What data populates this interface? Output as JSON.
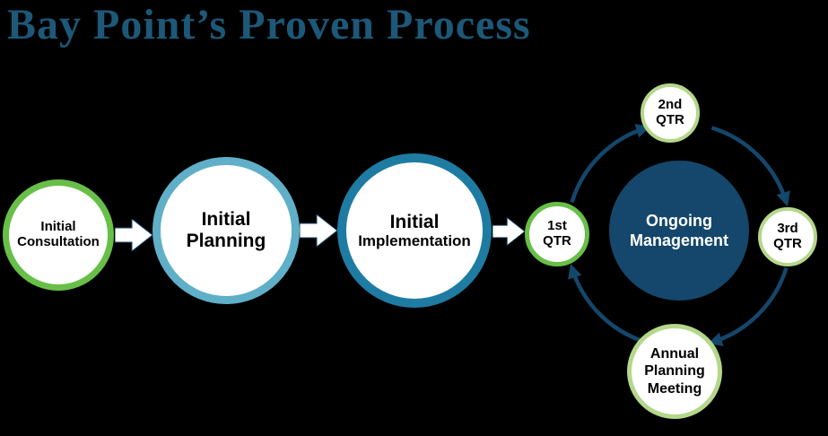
{
  "title": "Bay Point’s Proven Process",
  "colors": {
    "background": "#000000",
    "title": "#1d5878",
    "green": "#68bf48",
    "light_green": "#b4d78a",
    "light_blue": "#60afc8",
    "teal": "#1e7ca3",
    "navy": "#14476b",
    "arrow_fill": "#ffffff",
    "text_black": "#000000",
    "text_white": "#ffffff"
  },
  "steps": [
    {
      "name": "initial-consultation",
      "lines": [
        "Initial",
        "Consultation"
      ]
    },
    {
      "name": "initial-planning",
      "lines": [
        "Initial",
        "Planning"
      ]
    },
    {
      "name": "initial-implementation",
      "lines": [
        "Initial",
        "Implementation"
      ]
    },
    {
      "name": "first-qtr",
      "lines": [
        "1st",
        "QTR"
      ]
    }
  ],
  "cycle": {
    "center": {
      "lines": [
        "Ongoing",
        "Management"
      ]
    },
    "top": {
      "lines": [
        "2nd",
        "QTR"
      ]
    },
    "right": {
      "lines": [
        "3rd",
        "QTR"
      ]
    },
    "bottom": {
      "lines": [
        "Annual",
        "Planning",
        "Meeting"
      ]
    }
  }
}
